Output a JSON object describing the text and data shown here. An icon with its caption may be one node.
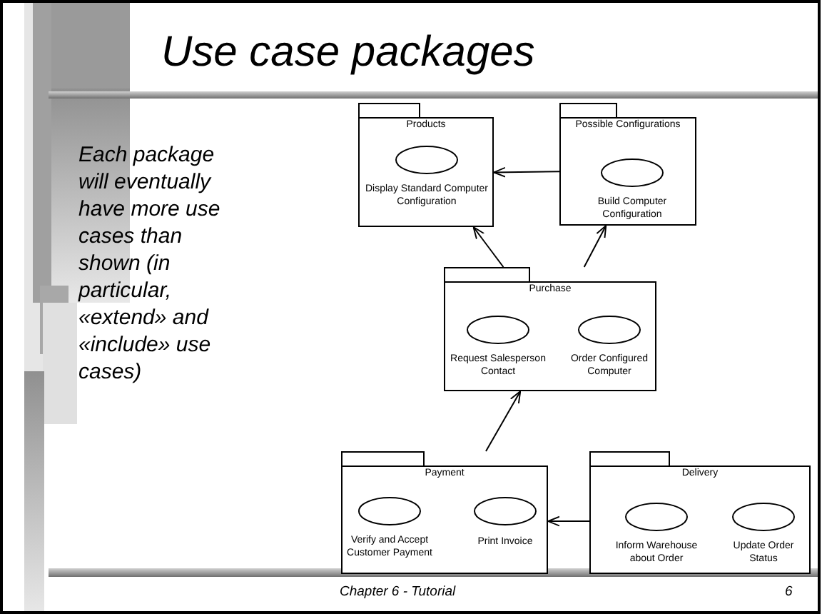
{
  "diagram": {
    "title": "Use case packages",
    "nodes": [
      {
        "text": [
          "Products"
        ]
      },
      {
        "text": [
          "Display Standard Computer Configuration"
        ],
        "in": 0
      },
      {
        "text": [
          "Possible Configurations"
        ]
      },
      {
        "text": [
          "Build Computer Configuration"
        ],
        "in": 2
      },
      {
        "text": [
          "Purchase"
        ]
      },
      {
        "text": [
          "Request Salesperson Contact"
        ],
        "in": 4
      },
      {
        "text": [
          "Order Configured Computer"
        ],
        "in": 4
      },
      {
        "text": [
          "Payment"
        ]
      },
      {
        "text": [
          "Verify and Accept Customer Payment"
        ],
        "in": 7
      },
      {
        "text": [
          "Print Invoice"
        ],
        "in": 7
      },
      {
        "text": [
          "Delivery"
        ]
      },
      {
        "text": [
          "Inform Warehouse about Order"
        ],
        "in": 10
      },
      {
        "text": [
          "Update Order Status"
        ],
        "in": 10
      }
    ],
    "edges": [
      {
        "from": 2,
        "to": 0,
        "arrow": "to"
      },
      {
        "from": 4,
        "to": 0,
        "arrow": "to"
      },
      {
        "from": 4,
        "to": 2,
        "arrow": "to"
      },
      {
        "from": 7,
        "to": 4,
        "arrow": "to"
      },
      {
        "from": 10,
        "to": 7,
        "arrow": "to"
      }
    ],
    "labels": [
      "Each package will eventually have more use cases than shown (in particular, «extend» and «include» use cases)",
      "Chapter 6 - Tutorial",
      "6"
    ]
  }
}
